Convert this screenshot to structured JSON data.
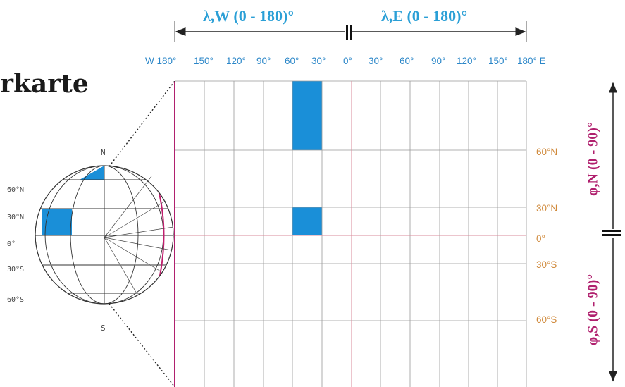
{
  "title": "rkarte",
  "longitude_header": {
    "west": "λ,W (0 - 180)°",
    "east": "λ,E (0 - 180)°"
  },
  "longitude_labels": [
    "W 180°",
    "150°",
    "120°",
    "90°",
    "60°",
    "30°",
    "0°",
    "30°",
    "60°",
    "90°",
    "120°",
    "150°",
    "180° E"
  ],
  "latitude_labels": {
    "n60": "60°N",
    "n30": "30°N",
    "eq": "0°",
    "s30": "30°S",
    "s60": "60°S"
  },
  "latitude_header": {
    "north": "φ,N (0 - 90)°",
    "south": "φ,S (0 - 90)°"
  },
  "globe": {
    "north": "N",
    "south": "S",
    "labels": [
      "60°N",
      "30°N",
      "0°",
      "30°S",
      "60°S"
    ]
  },
  "colors": {
    "highlight": "#1a8fd8",
    "longitude_text": "#2a86c8",
    "latitude_text": "#d08a3c",
    "axis_magenta": "#b0206e"
  }
}
